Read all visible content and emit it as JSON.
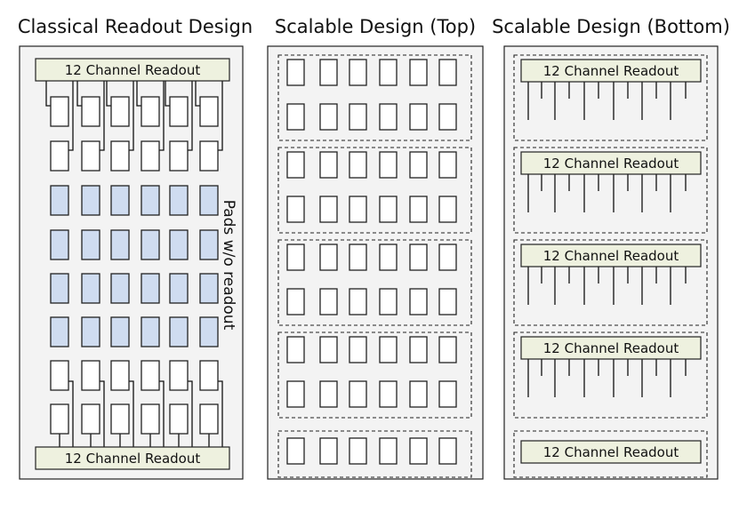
{
  "panels": {
    "classical": {
      "title": "Classical Readout Design",
      "top_readout_label": "12 Channel Readout",
      "bottom_readout_label": "12 Channel Readout",
      "side_label": "Pads w/o readout"
    },
    "scalable_top": {
      "title": "Scalable Design (Top)"
    },
    "scalable_bottom": {
      "title": "Scalable Design (Bottom)",
      "readout_labels": [
        "12 Channel Readout",
        "12 Channel Readout",
        "12 Channel Readout",
        "12 Channel Readout",
        "12 Channel Readout"
      ]
    }
  },
  "colors": {
    "panel_fill": "#f3f3f3",
    "panel_stroke": "#222222",
    "readout_fill": "#eef1df",
    "pad_fill": "#ffffff",
    "pad_no_readout_fill": "#cfdcf0",
    "line": "#111111"
  }
}
